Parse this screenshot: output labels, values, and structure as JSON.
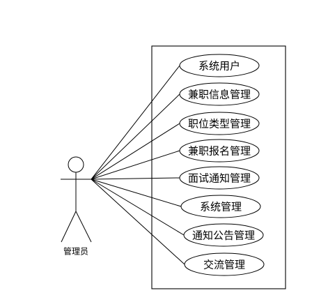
{
  "actor": {
    "label": "管理员"
  },
  "use_cases": [
    {
      "label": "系统用户"
    },
    {
      "label": "兼职信息管理"
    },
    {
      "label": "职位类型管理"
    },
    {
      "label": "兼职报名管理"
    },
    {
      "label": "面试通知管理"
    },
    {
      "label": "系统管理"
    },
    {
      "label": "通知公告管理"
    },
    {
      "label": "交流管理"
    }
  ]
}
